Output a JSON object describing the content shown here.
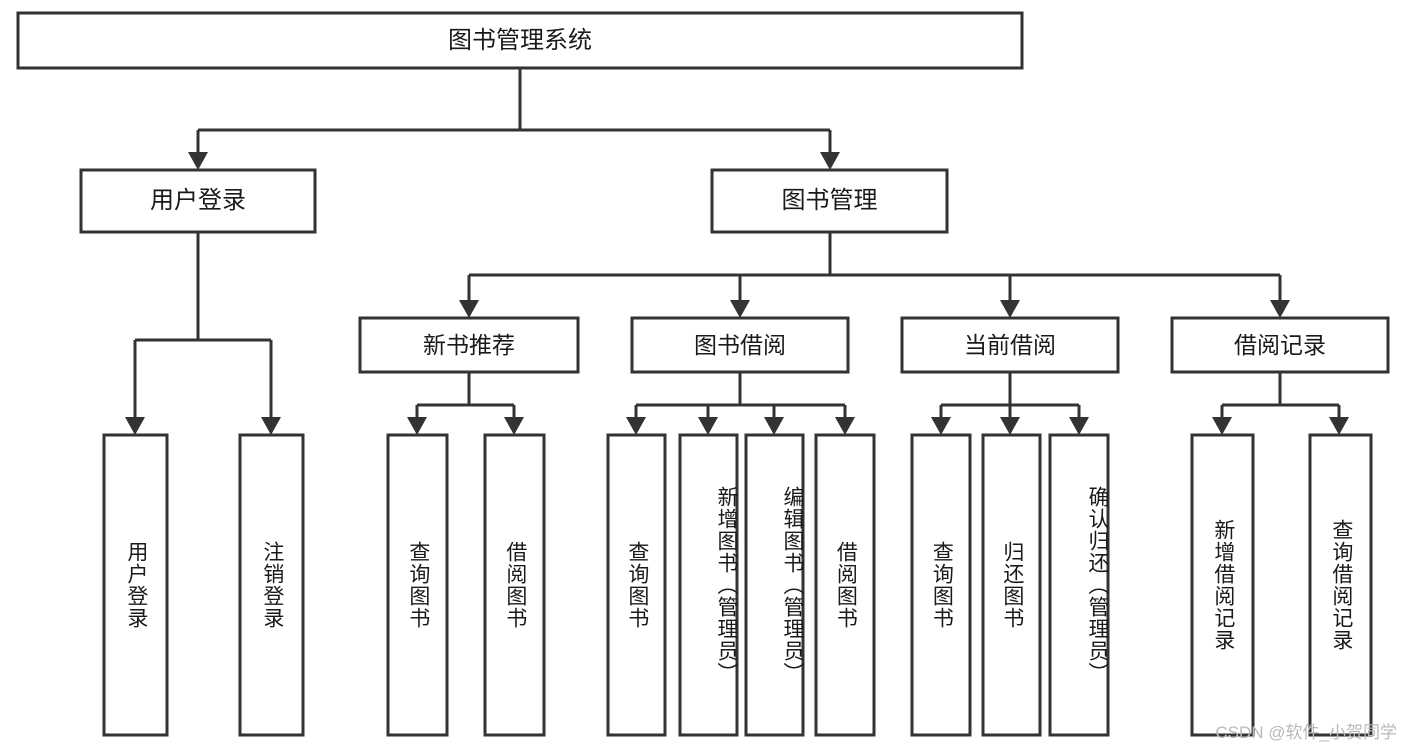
{
  "diagram": {
    "title": "图书管理系统",
    "type": "tree-hierarchy-diagram",
    "colors": {
      "stroke": "#333333",
      "box_fill": "#ffffff",
      "text": "#1a1a1a",
      "watermark": "#b9b9b9",
      "background": "#ffffff"
    },
    "root": {
      "label": "图书管理系统"
    },
    "level2": [
      {
        "label": "用户登录"
      },
      {
        "label": "图书管理"
      }
    ],
    "level3": [
      {
        "label": "新书推荐"
      },
      {
        "label": "图书借阅"
      },
      {
        "label": "当前借阅"
      },
      {
        "label": "借阅记录"
      }
    ],
    "leaves": {
      "user_login": [
        {
          "label": "用户登录"
        },
        {
          "label": "注销登录"
        }
      ],
      "new_book_recommend": [
        {
          "label": "查询图书"
        },
        {
          "label": "借阅图书"
        }
      ],
      "book_borrow": [
        {
          "label": "查询图书"
        },
        {
          "label": "新增图书（管理员）"
        },
        {
          "label": "编辑图书（管理员）"
        },
        {
          "label": "借阅图书"
        }
      ],
      "current_borrow": [
        {
          "label": "查询图书"
        },
        {
          "label": "归还图书"
        },
        {
          "label": "确认归还（管理员）"
        }
      ],
      "borrow_record": [
        {
          "label": "新增借阅记录"
        },
        {
          "label": "查询借阅记录"
        }
      ]
    }
  },
  "watermark": {
    "text": "CSDN @软件_小贺同学"
  }
}
